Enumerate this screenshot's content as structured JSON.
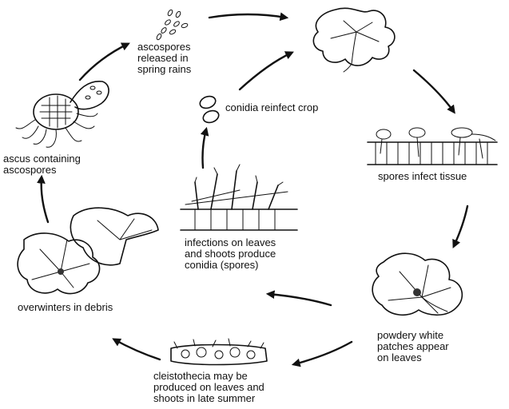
{
  "stages": {
    "ascospores_released": "ascospores\nreleased in\nspring rains",
    "spores_infect": "spores infect tissue",
    "powdery_patches": "powdery white\npatches appear\non leaves",
    "cleistothecia": "cleistothecia may be\nproduced on leaves and\nshoots in late summer",
    "overwinters": "overwinters in debris",
    "ascus": "ascus containing\nascospores",
    "conidia_reinfect": "conidia reinfect crop",
    "infections_produce": "infections on leaves\nand shoots produce\nconidia (spores)"
  },
  "icons": {
    "ascospores": "ascospore-cluster-icon",
    "leaf": "grape-leaf-icon",
    "tissue": "infected-tissue-icon",
    "patches": "powdery-leaf-icon",
    "cleistothecia": "cleistothecia-icon",
    "debris": "debris-leaves-icon",
    "ascus": "ascus-icon",
    "conidia": "conidia-icon",
    "shoot": "infected-shoot-icon"
  }
}
